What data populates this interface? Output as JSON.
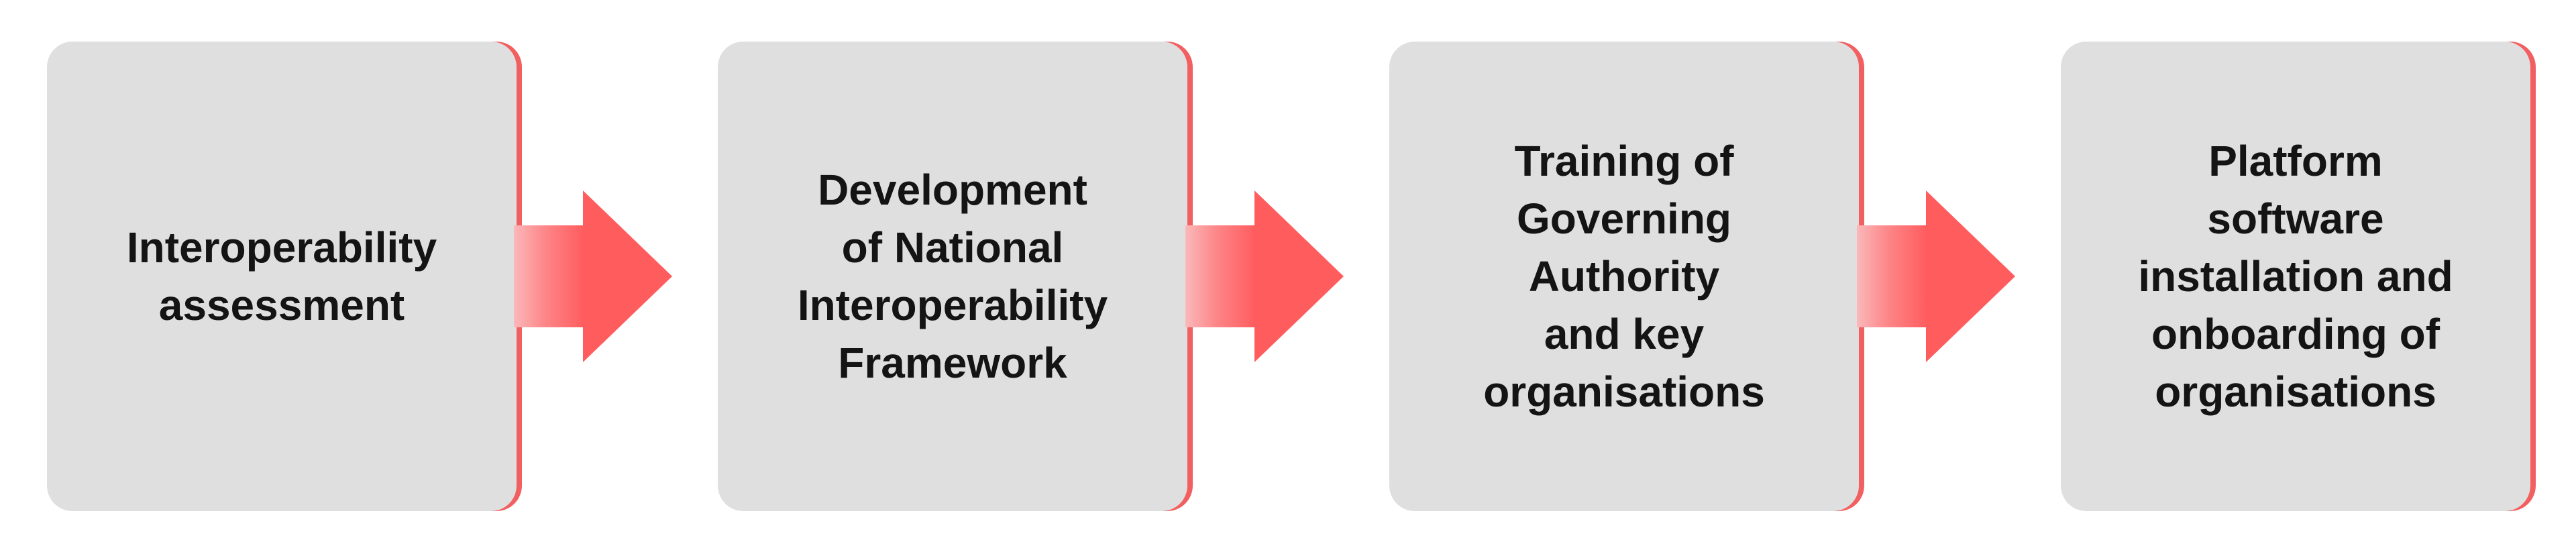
{
  "colors": {
    "box_fill": "#e0dfdf",
    "box_edge": "#f25f61",
    "arrow_head": "#ff5c5e",
    "arrow_tail_start": "#fbb5b7",
    "text": "#141414"
  },
  "steps": [
    {
      "label": "Interoperability\nassessment"
    },
    {
      "label": "Development\nof National\nInteroperability\nFramework"
    },
    {
      "label": "Training of\nGoverning\nAuthority\nand key\norganisations"
    },
    {
      "label": "Platform\nsoftware\ninstallation and\nonboarding of\norganisations"
    }
  ],
  "arrows": [
    {
      "icon": "right-arrow-icon"
    },
    {
      "icon": "right-arrow-icon"
    },
    {
      "icon": "right-arrow-icon"
    }
  ]
}
